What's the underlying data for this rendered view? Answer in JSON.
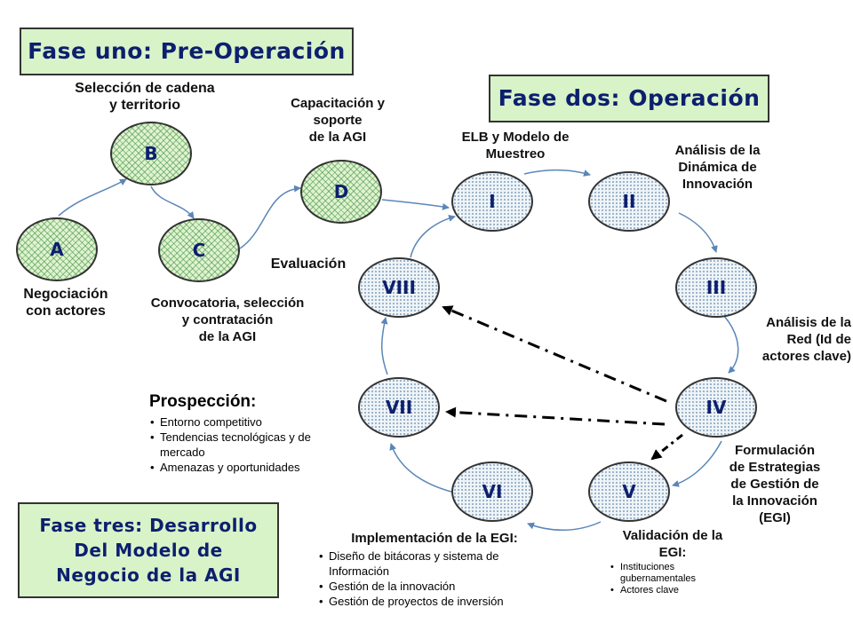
{
  "phases": {
    "one": "Fase uno: Pre-Operación",
    "two": "Fase dos: Operación",
    "three": [
      "Fase tres: Desarrollo",
      "Del  Modelo  de",
      "Negocio  de la AGI"
    ]
  },
  "pre_nodes": {
    "a": "A",
    "b": "B",
    "c": "C",
    "d": "D"
  },
  "pre_labels": {
    "seleccion": [
      "Selección de cadena",
      "y territorio"
    ],
    "negociacion": [
      "Negociación",
      "con actores"
    ],
    "convocatoria": [
      "Convocatoria, selección",
      "y contratación",
      "de la AGI"
    ],
    "capacitacion": [
      "Capacitación y",
      "soporte",
      "de  la AGI"
    ],
    "evaluacion": "Evaluación"
  },
  "cycle_nodes": {
    "i": "I",
    "ii": "II",
    "iii": "III",
    "iv": "IV",
    "v": "V",
    "vi": "VI",
    "vii": "VII",
    "viii": "VIII"
  },
  "cycle_labels": {
    "elb": [
      "ELB y Modelo de",
      "Muestreo"
    ],
    "dinamica": [
      "Análisis de la",
      "Dinámica de",
      "Innovación"
    ],
    "red": [
      "Análisis de la",
      "Red  (Id de",
      "actores clave)"
    ],
    "formulacion": [
      "Formulación",
      "de Estrategias",
      "de Gestión de",
      "la  Innovación",
      "(EGI)"
    ],
    "validacion": {
      "title": [
        "Validación de la",
        "EGI:"
      ],
      "items": [
        "Instituciones gubernamentales",
        "Actores clave"
      ]
    },
    "implementacion": {
      "title": "Implementación de la EGI:",
      "items": [
        "Diseño de bitácoras y sistema de Información",
        "Gestión de la innovación",
        "Gestión de proyectos de inversión"
      ]
    }
  },
  "prospeccion": {
    "title": "Prospección:",
    "items": [
      "Entorno competitivo",
      "Tendencias tecnológicas y de mercado",
      "Amenazas y oportunidades"
    ]
  },
  "colors": {
    "phase_box_fill": "#d8f3c8",
    "phase_text": "#0d1f6e",
    "arrow": "#5b86b8",
    "dashed_arrow": "#000000"
  }
}
